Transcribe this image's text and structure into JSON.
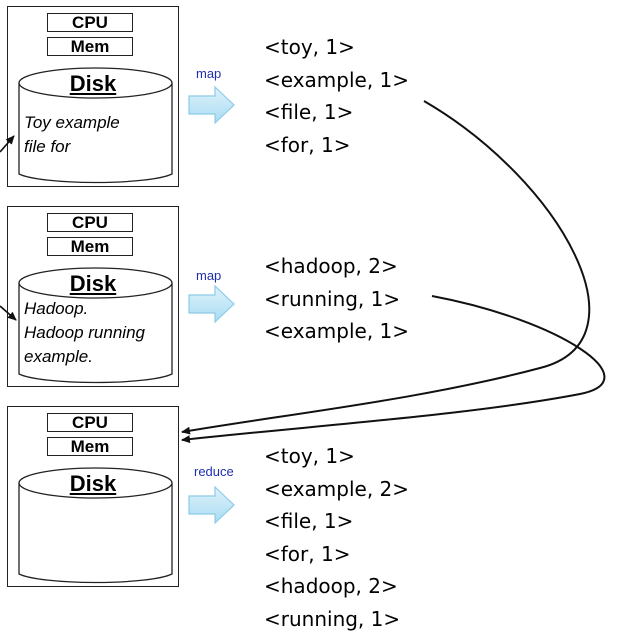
{
  "nodes": [
    {
      "cpu": "CPU",
      "mem": "Mem",
      "disk": "Disk",
      "file_text": "Toy example\nfile for",
      "step": "map",
      "pairs": [
        "<toy, 1>",
        "<example, 1>",
        "<file, 1>",
        "<for, 1>"
      ]
    },
    {
      "cpu": "CPU",
      "mem": "Mem",
      "disk": "Disk",
      "file_text": "Hadoop.\nHadoop running\nexample.",
      "step": "map",
      "pairs": [
        "<hadoop, 2>",
        "<running, 1>",
        "<example, 1>"
      ]
    },
    {
      "cpu": "CPU",
      "mem": "Mem",
      "disk": "Disk",
      "file_text": "",
      "step": "reduce",
      "pairs": [
        "<toy, 1>",
        "<example, 2>",
        "<file, 1>",
        "<for, 1>",
        "<hadoop, 2>",
        "<running, 1>"
      ]
    }
  ],
  "colors": {
    "step_label": "#1f2fb0",
    "arrow_fill_top": "#dff2fb",
    "arrow_fill_bottom": "#a9dcf2",
    "arrow_stroke": "#8ccbe8"
  }
}
